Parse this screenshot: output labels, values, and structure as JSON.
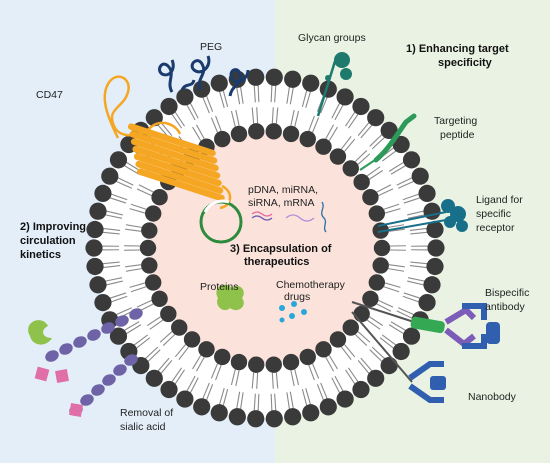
{
  "colors": {
    "left_bg": "#e3eef9",
    "right_bg": "#eaf3e3",
    "core": "#fbe3dc",
    "lipid_head": "#3a3a3a",
    "lipid_tail": "#8a8a8a",
    "cd47": "#f5a623",
    "peg": "#1a3b6e",
    "glycan": "#1d7a6c",
    "peptide": "#2e9a5a",
    "ligand": "#176f8a",
    "antibody_purple": "#7b5cb8",
    "antibody_blue": "#2f5fae",
    "antibody_green": "#34a853",
    "sialic_chain": "#6e63a6",
    "sialic_square": "#e06fa8",
    "protein": "#8fc24a",
    "drug_dots": "#2aa7d9"
  },
  "labels": {
    "peg": "PEG",
    "glycan": "Glycan groups",
    "specificity": [
      "1) Enhancing target",
      "specificity"
    ],
    "cd47": "CD47",
    "targeting": [
      "Targeting",
      "peptide"
    ],
    "ligand": [
      "Ligand for",
      "specific",
      "receptor"
    ],
    "circulation": [
      "2) Improving",
      "circulation",
      "kinetics"
    ],
    "nucleic": [
      "pDNA, miRNA,",
      "siRNA, mRNA"
    ],
    "encapsulation": [
      "3) Encapsulation of",
      "therapeutics"
    ],
    "proteins": "Proteins",
    "chemo": [
      "Chemotherapy",
      "drugs"
    ],
    "bispecific": [
      "Bispecific",
      "antibody"
    ],
    "nanobody": "Nanobody",
    "sialic": [
      "Removal of",
      "sialic acid"
    ]
  },
  "icons": {
    "peg_polymer": "peg-polymer-icon",
    "glycan": "glycan-icon",
    "cd47": "cd47-protein-icon",
    "targeting_peptide": "targeting-peptide-icon",
    "ligand": "ligand-icon",
    "plasmid": "plasmid-dna-icon",
    "rna": "rna-strand-icon",
    "protein": "protein-icon",
    "drug": "drug-molecules-icon",
    "bispecific": "bispecific-antibody-icon",
    "nanobody": "nanobody-icon",
    "sialic": "sialic-acid-icon"
  }
}
